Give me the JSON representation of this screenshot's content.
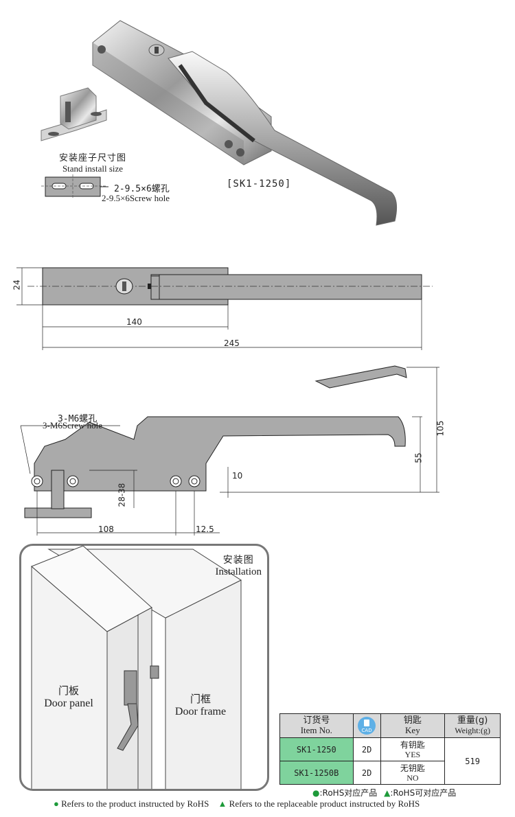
{
  "stand": {
    "title_cn": "安装座子尺寸图",
    "title_en": "Stand install size",
    "hole_cn": "2-9.5×6螺孔",
    "hole_en": "2-9.5×6Screw hole"
  },
  "model_label": "[SK1-1250]",
  "top_view": {
    "dim_height": "24",
    "dim_140": "140",
    "dim_245": "245"
  },
  "side_view": {
    "screw_cn": "3-M6螺孔",
    "screw_en": "3-M6Screw hole",
    "dim_105": "105",
    "dim_55": "55",
    "dim_10": "10",
    "dim_28_38": "28-38",
    "dim_108": "108",
    "dim_12_5": "12.5"
  },
  "installation": {
    "title_cn": "安装图",
    "title_en": "Installation",
    "door_panel_cn": "门板",
    "door_panel_en": "Door panel",
    "door_frame_cn": "门框",
    "door_frame_en": "Door frame"
  },
  "table": {
    "headers": {
      "item_cn": "订货号",
      "item_en": "Item No.",
      "cad": "CAD",
      "key_cn": "钥匙",
      "key_en": "Key",
      "weight_cn": "重量(g)",
      "weight_en": "Weight:(g)"
    },
    "rows": [
      {
        "item": "SK1-1250",
        "cad": "2D",
        "key_cn": "有钥匙",
        "key_en": "YES"
      },
      {
        "item": "SK1-1250B",
        "cad": "2D",
        "key_cn": "无钥匙",
        "key_en": "NO"
      }
    ],
    "weight": "519"
  },
  "legend": {
    "rohs_cn": ":RoHS对应产品",
    "rohs_replace_cn": ":RoHS可对应产品",
    "rohs_en": "Refers to the product instructed by RoHS",
    "rohs_replace_en": "Refers to the replaceable product instructed by RoHS"
  },
  "colors": {
    "rohs_green": "#1e9a3a",
    "row_green": "#7fd39d",
    "cad_blue": "#5fb0e6"
  }
}
